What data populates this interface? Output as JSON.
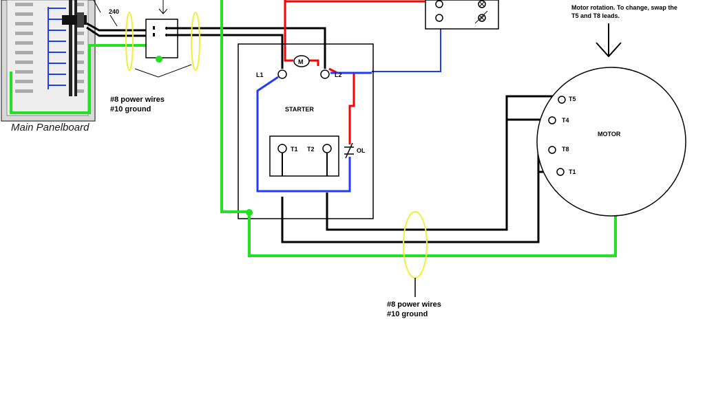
{
  "colors": {
    "hot": "#000000",
    "red": "#ff0000",
    "blue": "#1e3cff",
    "ground": "#22e022",
    "marker": "#f0f03c"
  },
  "labels": {
    "panel": "Main Panelboard",
    "voltage": "240",
    "power_wires_1": "#8 power wires",
    "ground_1": "#10 ground",
    "power_wires_2": "#8 power wires",
    "ground_2": "#10 ground",
    "starter": "STARTER",
    "contactor_coil": "M",
    "l1": "L1",
    "l2": "L2",
    "t1": "T1",
    "t2": "T2",
    "overload": "OL",
    "motor": "MOTOR",
    "motor_t5": "T5",
    "motor_t4": "T4",
    "motor_t8": "T8",
    "motor_t1": "T1",
    "note_line1": "Motor rotation. To change, swap the",
    "note_line2": "T5 and T8 leads."
  }
}
